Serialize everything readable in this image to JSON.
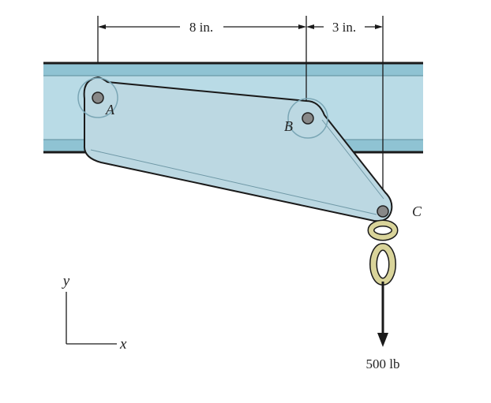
{
  "dimensions": {
    "ab_horizontal": "8 in.",
    "bc_horizontal": "3 in."
  },
  "points": {
    "a": "A",
    "b": "B",
    "c": "C"
  },
  "axes": {
    "y": "y",
    "x": "x"
  },
  "load": {
    "label": "500 lb"
  },
  "colors": {
    "beam_fill": "#b9dbe6",
    "beam_flange": "#8fc3d3",
    "plate_fill": "#bcd8e2",
    "outline": "#1a1a1a",
    "chain": "#d9d49a"
  }
}
